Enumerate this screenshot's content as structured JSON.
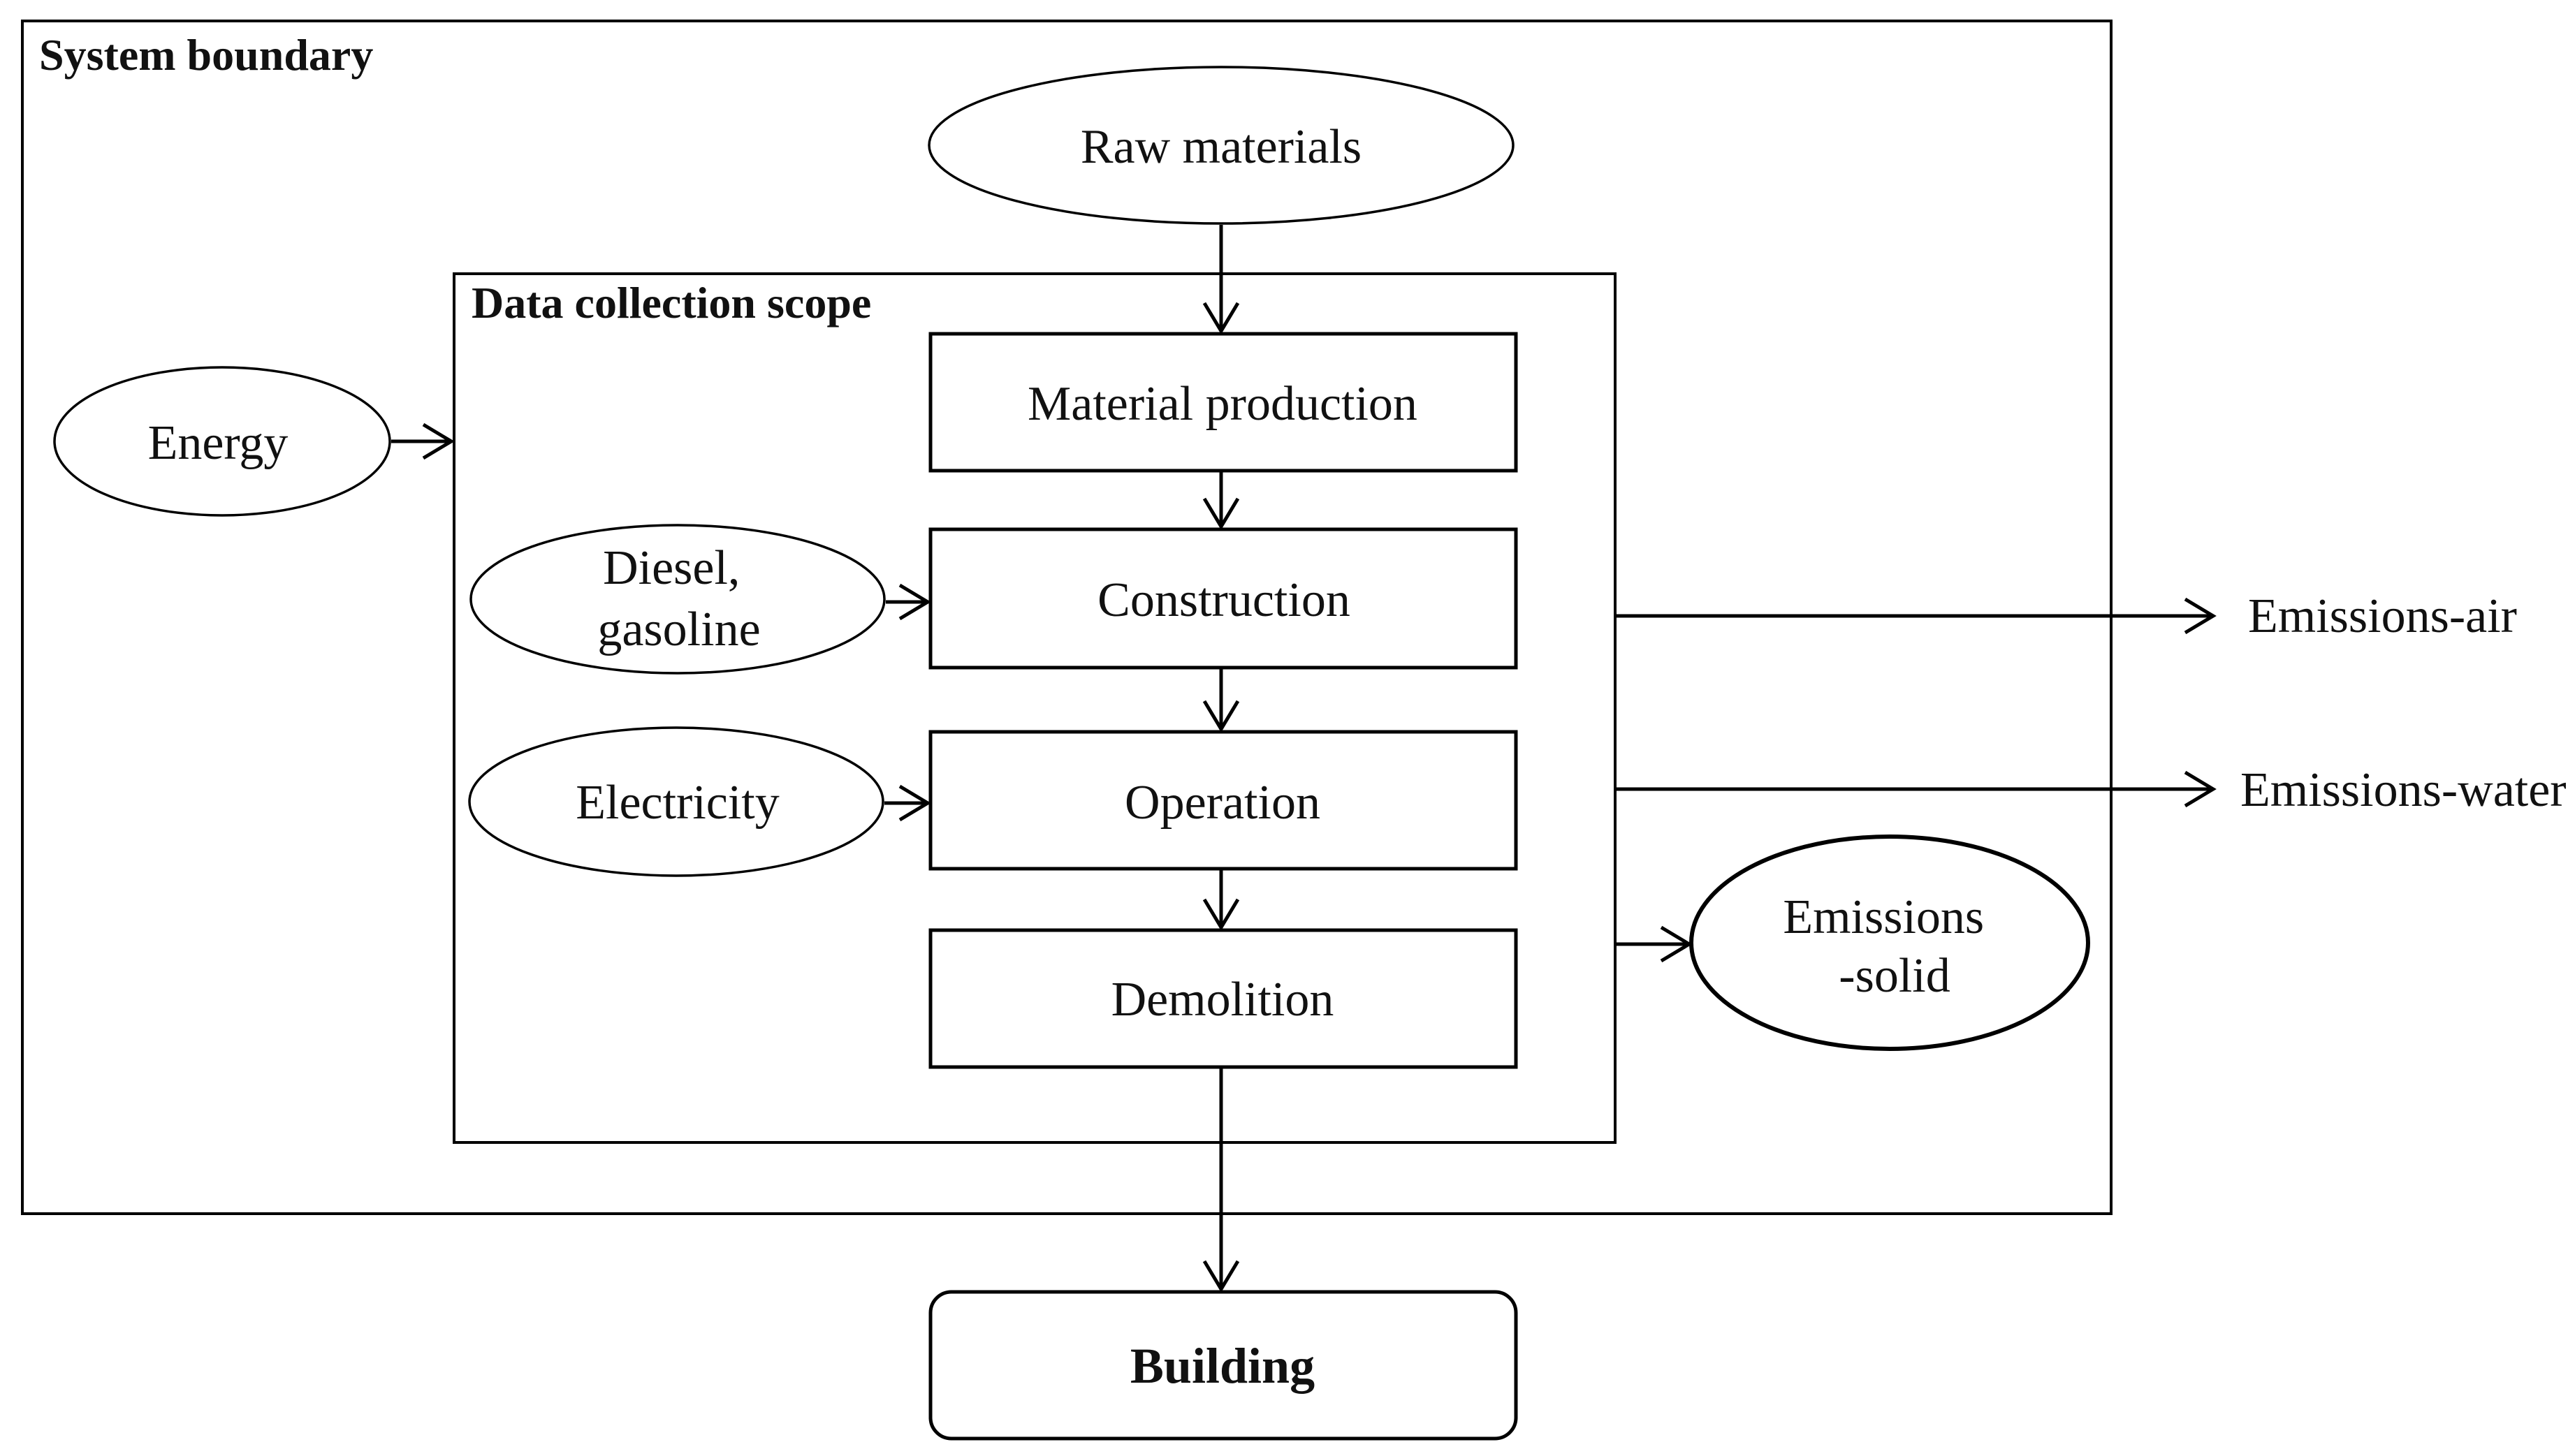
{
  "system_boundary": {
    "title": "System boundary"
  },
  "data_collection_scope": {
    "title": "Data collection scope"
  },
  "inputs": {
    "raw_materials": "Raw materials",
    "energy": "Energy",
    "diesel_gasoline": [
      "Diesel,",
      "gasoline"
    ],
    "electricity": "Electricity"
  },
  "stages": {
    "material_production": "Material production",
    "construction": "Construction",
    "operation": "Operation",
    "demolition": "Demolition"
  },
  "outputs": {
    "emissions_air": "Emissions-air",
    "emissions_water": "Emissions-water",
    "emissions_solid": [
      "Emissions",
      "-solid"
    ]
  },
  "building": "Building"
}
